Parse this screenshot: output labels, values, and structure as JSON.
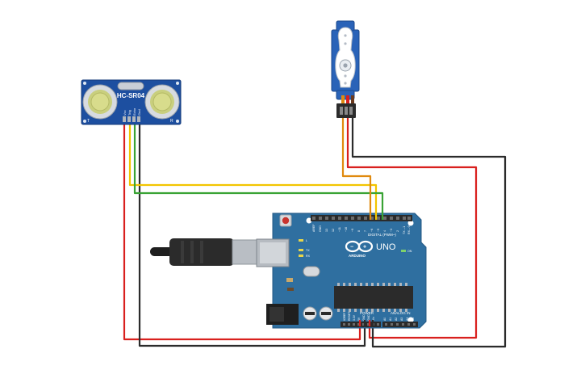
{
  "sensor": {
    "model": "HC-SR04",
    "pin_labels": [
      "Vcc",
      "Trig",
      "Echo",
      "Gnd"
    ],
    "side_left": "T",
    "side_right": "R"
  },
  "arduino": {
    "logo_text": "ARDUINO",
    "uno_text": "UNO",
    "digital_label": "DIGITAL (PWM~)",
    "power_label": "POWER",
    "analog_label": "ANALOG IN",
    "on_label": "ON",
    "l_label": "L",
    "tx_label": "TX",
    "rx_label": "RX",
    "aref": "AREF",
    "gnd": "GND",
    "digital_pins": [
      "13",
      "12",
      "~11",
      "~10",
      "~9",
      "8",
      "7",
      "~6",
      "~5",
      "4",
      "~3",
      "2",
      "TX→1",
      "RX←0"
    ],
    "power_pins": [
      "IOREF",
      "RESET",
      "3.3V",
      "5V",
      "GND",
      "GND",
      "Vin"
    ],
    "analog_pins": [
      "A0",
      "A1",
      "A2",
      "A3",
      "A4",
      "A5"
    ]
  },
  "colors": {
    "wire_red": "#d9201e",
    "wire_black": "#2b2b2b",
    "wire_yellow": "#f2c500",
    "wire_green": "#3aa335",
    "wire_orange": "#e08a0f",
    "board": "#2f6fa0",
    "sensor_board": "#1d4fa0",
    "servo": "#2a63b8"
  }
}
